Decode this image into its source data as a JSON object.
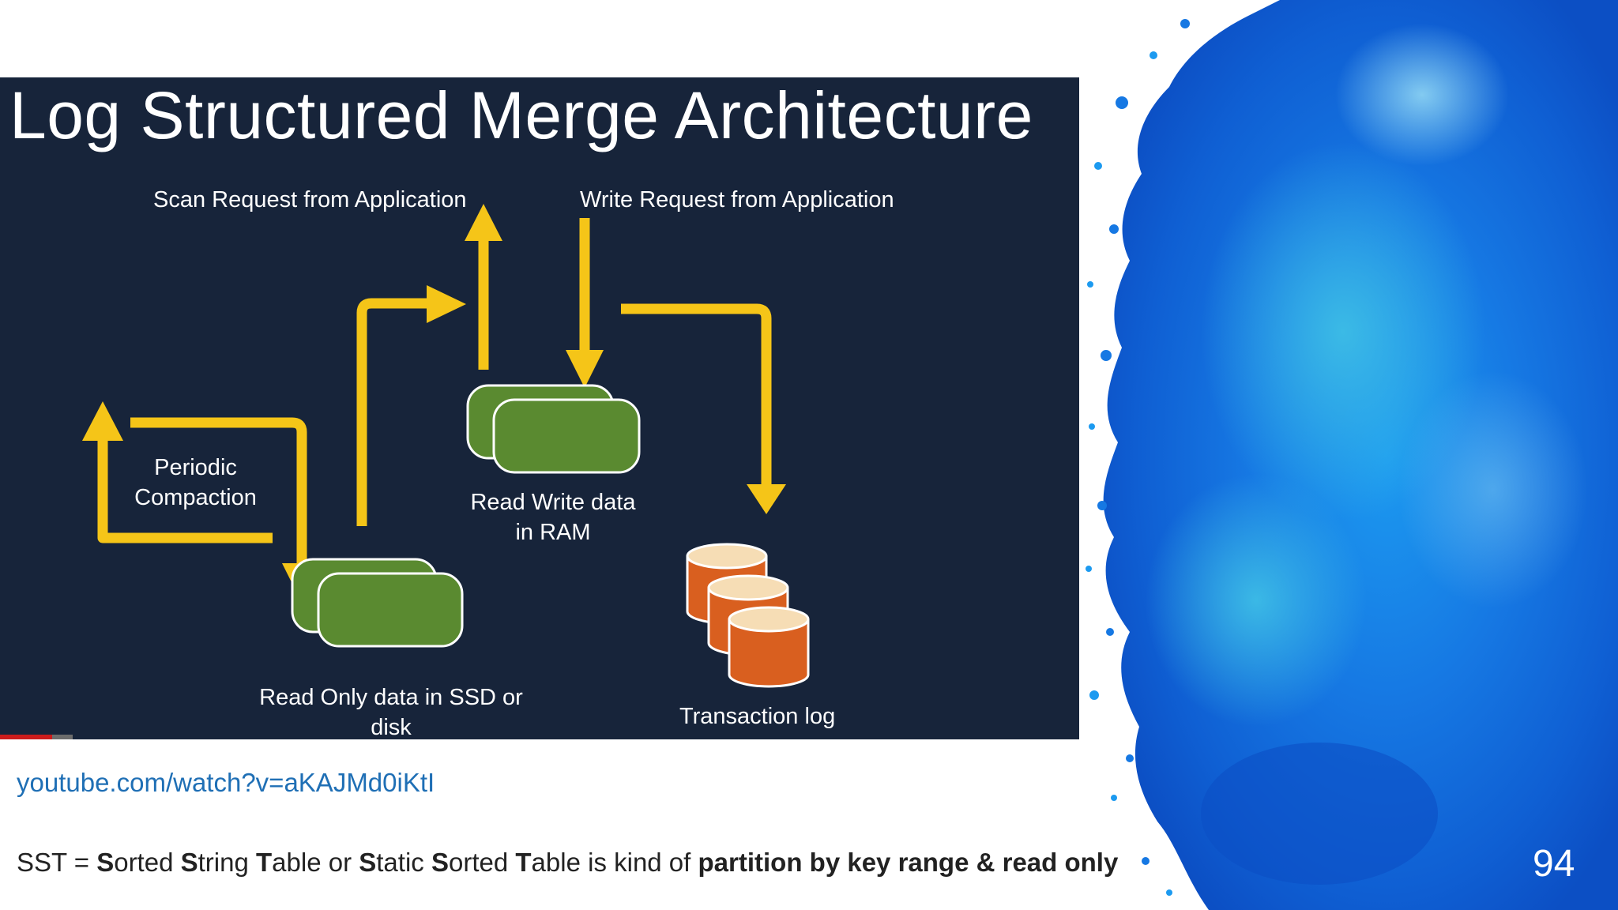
{
  "slide": {
    "source_link": "youtube.com/watch?v=aKAJMd0iKtI",
    "page_number": "94",
    "caption": [
      {
        "text": "SST = ",
        "bold": false
      },
      {
        "text": "S",
        "bold": true
      },
      {
        "text": "orted ",
        "bold": false
      },
      {
        "text": "S",
        "bold": true
      },
      {
        "text": "tring ",
        "bold": false
      },
      {
        "text": "T",
        "bold": true
      },
      {
        "text": "able or ",
        "bold": false
      },
      {
        "text": "S",
        "bold": true
      },
      {
        "text": "tatic ",
        "bold": false
      },
      {
        "text": "S",
        "bold": true
      },
      {
        "text": "orted ",
        "bold": false
      },
      {
        "text": "T",
        "bold": true
      },
      {
        "text": "able is kind of ",
        "bold": false
      },
      {
        "text": "partition by key range & read only",
        "bold": true
      }
    ]
  },
  "diagram": {
    "title": "Log Structured Merge Architecture",
    "labels": {
      "scan_request": "Scan Request from Application",
      "write_request": "Write Request from Application",
      "compaction_line1": "Periodic",
      "compaction_line2": "Compaction",
      "ram_line1": "Read Write data",
      "ram_line2": "in RAM",
      "ssd_line1": "Read Only data in SSD or",
      "ssd_line2": "disk",
      "transaction_log": "Transaction log"
    }
  },
  "colors": {
    "diagram_background": "#17243a",
    "arrow": "#f5c518",
    "data_block": "#5a8a30",
    "log_cylinder": "#d95f1f",
    "log_cylinder_top": "#f6ddb5",
    "link": "#1f6fb5",
    "splash_blue": "#1a7fe0"
  }
}
